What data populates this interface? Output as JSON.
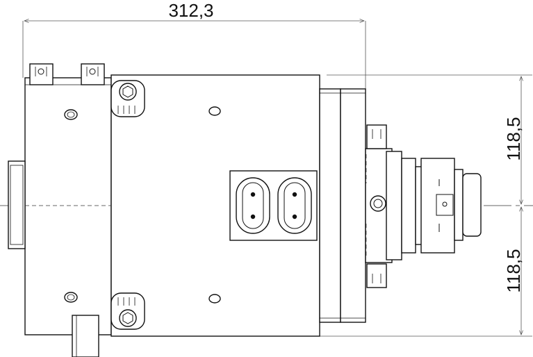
{
  "drawing": {
    "dimensions": {
      "overall_width": "312,3",
      "upper_height": "118,5",
      "lower_height": "118,5"
    },
    "colors": {
      "line": "#111111",
      "dim_line": "#555555",
      "centerline": "#333333",
      "background": "#ffffff"
    }
  }
}
